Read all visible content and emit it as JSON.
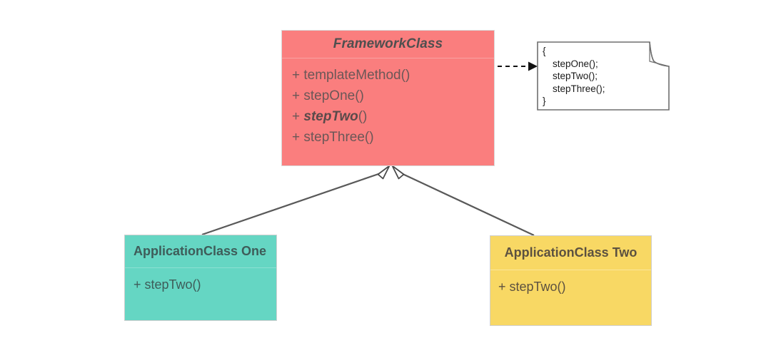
{
  "diagram": {
    "title": "Template Method pattern UML class diagram",
    "background_color": "#ffffff"
  },
  "framework_class": {
    "name": "FrameworkClass",
    "is_abstract": true,
    "fill_color": "#FA7E7E",
    "divider_color": "#F9A3A3",
    "text_color": "#6b5757",
    "members": [
      {
        "text": "+ templateMethod()",
        "abstract": false
      },
      {
        "text": "+ stepOne()",
        "abstract": false
      },
      {
        "prefix": "+ ",
        "text": "stepTwo",
        "suffix": "()",
        "abstract": true
      },
      {
        "text": "+ stepThree()",
        "abstract": false
      }
    ]
  },
  "application_class_one": {
    "name": "ApplicationClass One",
    "fill_color": "#65D6C3",
    "divider_color": "#8CE0D2",
    "text_color": "#3e5c59",
    "members": [
      {
        "text": "+ stepTwo()"
      }
    ]
  },
  "application_class_two": {
    "name": "ApplicationClass Two",
    "fill_color": "#F8D864",
    "divider_color": "#FBE69B",
    "text_color": "#5c5140",
    "members": [
      {
        "text": "+ stepTwo()"
      }
    ]
  },
  "code_note": {
    "fill_color": "#ffffff",
    "border_color": "#6e6e6e",
    "lines": [
      {
        "text": "{",
        "indented": false
      },
      {
        "text": "stepOne();",
        "indented": true
      },
      {
        "text": "stepTwo();",
        "indented": true
      },
      {
        "text": "stepThree();",
        "indented": true
      },
      {
        "text": "}",
        "indented": false
      }
    ]
  },
  "connectors": [
    {
      "name": "note-link",
      "style": "dashed",
      "arrowhead": "filled-arrow",
      "color": "#111111",
      "from": "framework-class",
      "to": "code-note"
    },
    {
      "name": "inheritance-one",
      "style": "solid",
      "arrowhead": "hollow-triangle",
      "color": "#595959",
      "from": "application-class-one",
      "to": "framework-class"
    },
    {
      "name": "inheritance-two",
      "style": "solid",
      "arrowhead": "hollow-triangle",
      "color": "#595959",
      "from": "application-class-two",
      "to": "framework-class"
    }
  ]
}
